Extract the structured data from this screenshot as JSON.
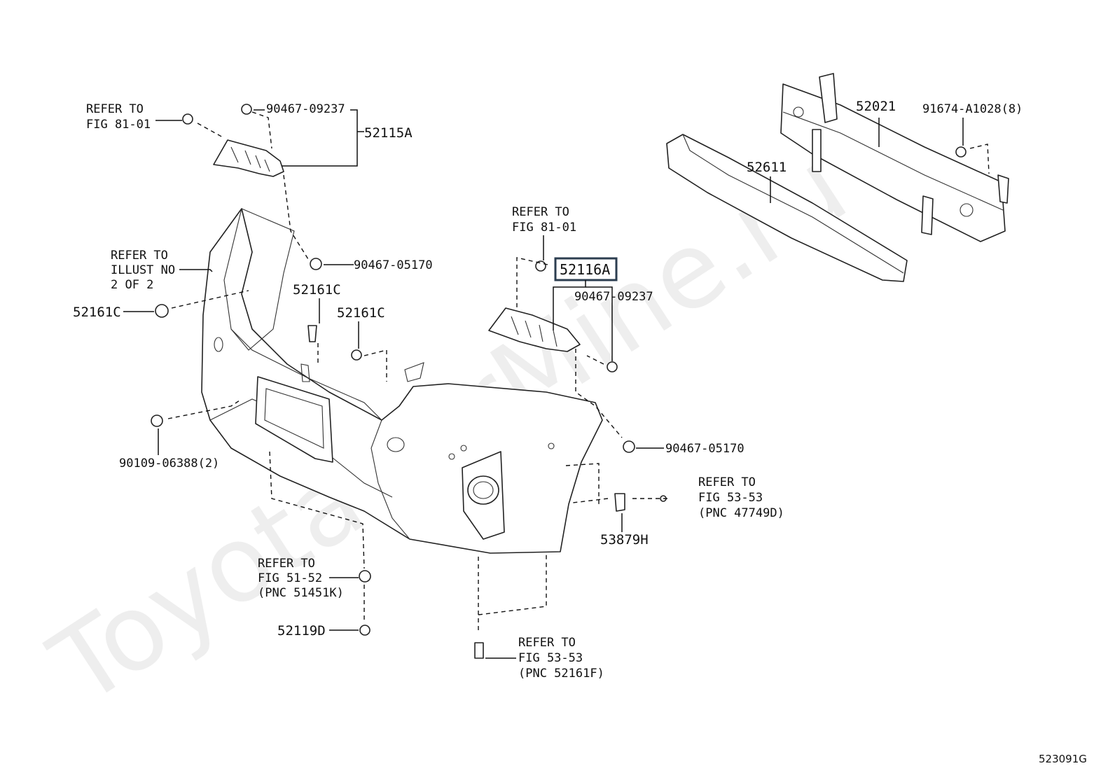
{
  "watermark": "ToyotaCarMine.ru",
  "figure_code": "523091G",
  "callouts": {
    "p_52115A": "52115A",
    "p_90467_09237_top": "90467-09237",
    "refer_fig8101_left_l1": "REFER TO",
    "refer_fig8101_left_l2": "FIG 81-01",
    "p_90467_05170_left": "90467-05170",
    "refer_illust_l1": "REFER TO",
    "refer_illust_l2": "ILLUST NO",
    "refer_illust_l3": "2 OF 2",
    "p_52161C_left": "52161C",
    "p_52161C_mid1": "52161C",
    "p_52161C_mid2": "52161C",
    "p_90109_06388": "90109-06388(2)",
    "refer_fig8101_mid_l1": "REFER TO",
    "refer_fig8101_mid_l2": "FIG 81-01",
    "p_52116A": "52116A",
    "p_90467_09237_mid": "90467-09237",
    "p_90467_05170_right": "90467-05170",
    "refer_fig5353_right_l1": "REFER TO",
    "refer_fig5353_right_l2": "FIG 53-53",
    "refer_fig5353_right_l3": "(PNC 47749D)",
    "p_53879H": "53879H",
    "refer_fig5152_l1": "REFER TO",
    "refer_fig5152_l2": "FIG 51-52",
    "refer_fig5152_l3": "(PNC 51451K)",
    "p_52119D": "52119D",
    "refer_fig5353_bottom_l1": "REFER TO",
    "refer_fig5353_bottom_l2": "FIG 53-53",
    "refer_fig5353_bottom_l3": "(PNC 52161F)",
    "p_52021": "52021",
    "p_91674": "91674-A1028(8)",
    "p_52611": "52611"
  },
  "colors": {
    "highlight_box": "#2c3e50",
    "line": "#111111"
  }
}
